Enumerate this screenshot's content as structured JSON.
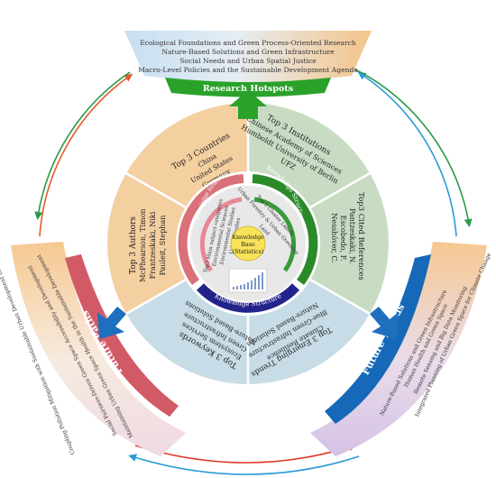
{
  "research_hotspots": {
    "title": "Research Hotspots",
    "lines": [
      "Ecological Foundations and Green Process-Oriented Research",
      "Nature-Based Solutions and Green Infrastructure",
      "Social Needs and Urban Spatial Justice",
      "Macro-Level Policies and the Sustainable Development Agenda"
    ]
  },
  "future_paths": {
    "title": "Future Paths",
    "lines": [
      "Maintaining Urban Green Space Health in the Sustainable Development",
      "Social Fairness-Driven Green Space Accessibility and Development",
      "Coupling Pollution Mitigation with Sustainable Urban Development through"
    ]
  },
  "future_trends": {
    "title": "Future Trends",
    "lines": [
      "Integrated Planning of Urban Green Space for Climate Change",
      "Remote Sensing and Big Data Monitoring",
      "Human Health and Green Space",
      "Nature-Based Solutions and Green Infrastructure"
    ]
  },
  "quadrants": {
    "countries": {
      "title": "Top 3 Countries",
      "items": [
        "China",
        "United States",
        "Germany"
      ]
    },
    "institutions": {
      "title": "Top 3 Institutions",
      "items": [
        "Chinese Academy of Sciences",
        "Humboldt University of Berlin",
        "UFZ"
      ]
    },
    "references": {
      "title": "Top3 Cited References",
      "items": [
        "Pantzeskaki, N.",
        "Escobedo, F.",
        "Nesshöver, C."
      ]
    },
    "trends": {
      "title": "Top 3 Emerging Trends",
      "items": [
        "Climate Resilience",
        "Blue-Green Infrastructure",
        "Nature-Based Solutions"
      ]
    },
    "keywords": {
      "title": "Top 3 Keywords",
      "items": [
        "Ecosystem Services",
        "Green Infrastructure",
        "Nature-Based Solutions"
      ]
    },
    "authors": {
      "title": "Top 3 Authors",
      "items": [
        "McPhearson, Timon",
        "Frantzeskaki, Niki",
        "Pauleit, Stephan"
      ]
    }
  },
  "knowledge_structure": {
    "label": "Knowledge Structure",
    "subject_categories": {
      "title": "Top3 Main subject categories",
      "items": [
        "Environmental Sciences",
        "Environmental Studies",
        "Urban Studies"
      ]
    },
    "cluster_labels": {
      "title": "Top 3 Cluster Labels",
      "items": [
        "Urban Forestry & Urban Greening",
        "Land"
      ]
    }
  },
  "center": {
    "line1": "Knowledge",
    "line2": "Base",
    "line3": "(Statistics)"
  },
  "colors": {
    "orange_fill": "#f4cfa0",
    "green_fill": "#c8dcc4",
    "blue_fill": "#c7dce6",
    "red_ring": "#d9707a",
    "green_ring": "#2a8a2a",
    "navy_ring": "#23238c",
    "green_banner": "#2aa22a",
    "red_banner": "#d25a66",
    "blue_banner": "#1668b8",
    "left_arrow": "#1f6fbf",
    "orange_arrow": "#e85a2a",
    "blue_arrow": "#2a9ad8",
    "green_arrow": "#2a9a4a"
  }
}
